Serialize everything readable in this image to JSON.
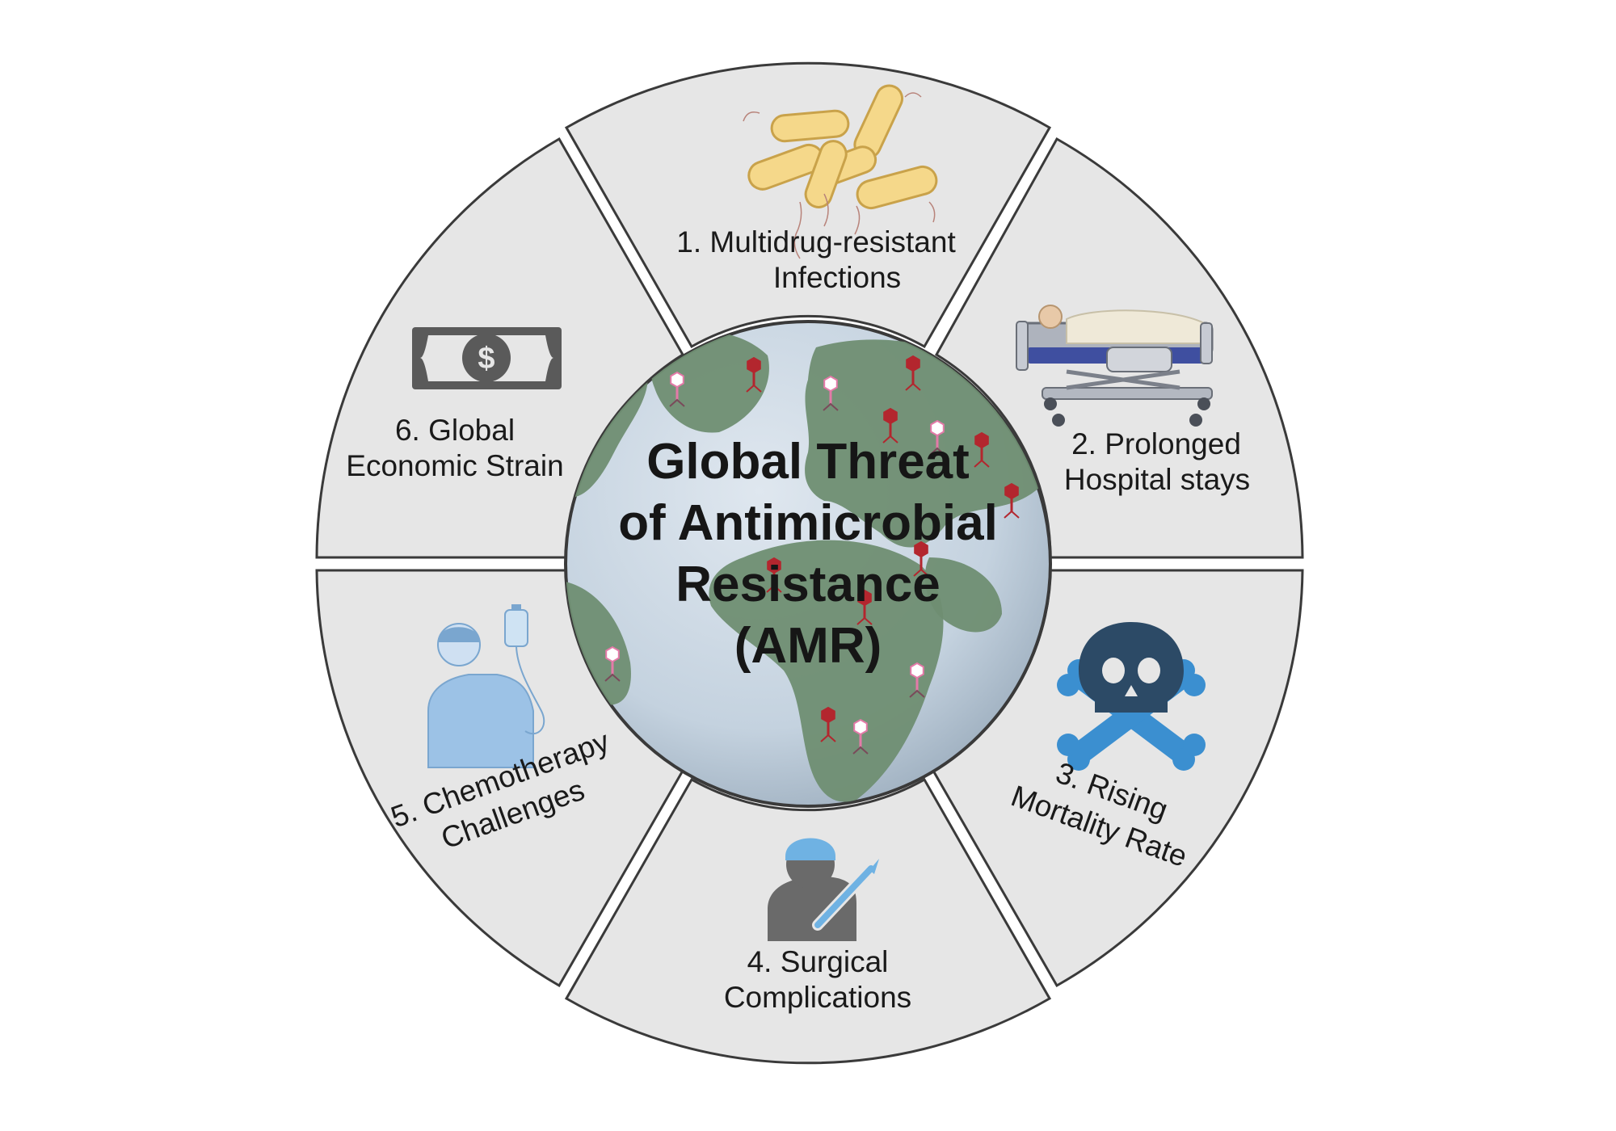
{
  "title": {
    "lines": [
      "Global Threat",
      "of Antimicrobial",
      "Resistance",
      "(AMR)"
    ]
  },
  "segments": [
    {
      "number": "1.",
      "lines": [
        "1.  Multidrug-resistant",
        "Infections"
      ],
      "icon": "bacteria-icon"
    },
    {
      "number": "2.",
      "lines": [
        "2. Prolonged",
        "Hospital stays"
      ],
      "icon": "hospital-bed-icon"
    },
    {
      "number": "3.",
      "lines": [
        "3. Rising",
        "Mortality Rate"
      ],
      "icon": "skull-crossbones-icon"
    },
    {
      "number": "4.",
      "lines": [
        "4. Surgical",
        "Complications"
      ],
      "icon": "surgeon-icon"
    },
    {
      "number": "5.",
      "lines": [
        "5. Chemotherapy",
        "Challenges"
      ],
      "icon": "chemotherapy-patient-icon"
    },
    {
      "number": "6.",
      "lines": [
        "6. Global",
        "Economic Strain"
      ],
      "icon": "dollar-bill-icon"
    }
  ],
  "colors": {
    "segment_fill": "#e6e6e6",
    "segment_stroke": "#3a3a3a",
    "globe_ocean": "#c9d6e3",
    "globe_land": "#6f8e72",
    "phage_red": "#b3262e",
    "phage_pink": "#e47aa8",
    "money_gray": "#5a5a5a",
    "skull_navy": "#2c4a66",
    "bone_blue": "#3b8fd0",
    "surgeon_cap": "#6fb2e3",
    "patient_blue": "#9cc2e6",
    "bacteria_yellow": "#f5d88a"
  }
}
